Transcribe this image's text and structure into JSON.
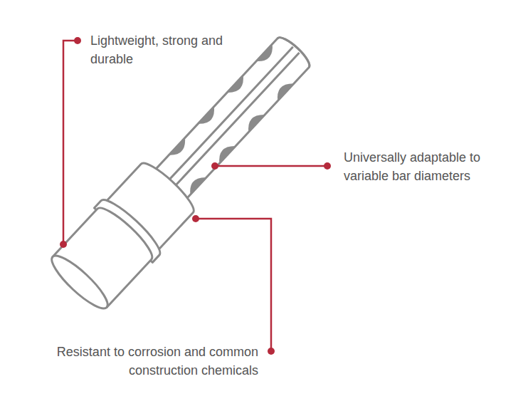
{
  "diagram": {
    "labels": [
      "Lightweight, strong and durable",
      "Universally adaptable to variable bar diameters",
      "Resistant to corrosion and common construction chemicals"
    ]
  }
}
